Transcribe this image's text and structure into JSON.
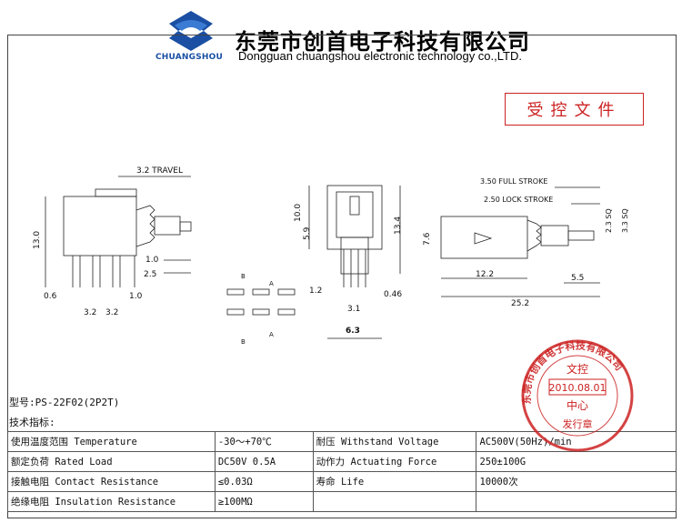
{
  "company": {
    "name_cn": "东莞市创首电子科技有限公司",
    "name_en": "Dongguan chuangshou electronic technology co.,LTD.",
    "logo_text": "CHUANGSHOU"
  },
  "stamp_box": {
    "text": "受控文件"
  },
  "drawing": {
    "dims_side": {
      "travel": "3.2 TRAVEL",
      "height": "13.0",
      "d1": "1.0",
      "d2": "2.5",
      "d3": "0.6",
      "d4": "3.2",
      "d5": "3.2",
      "d6": "1.0"
    },
    "dims_front": {
      "h1": "10.0",
      "h2": "5.9",
      "h3": "13.4",
      "w1": "1.2",
      "w2": "3.1",
      "w3": "0.46",
      "w4": "6.3"
    },
    "dims_top": {
      "full": "3.50 FULL STROKE",
      "lock": "2.50 LOCK STROKE",
      "h": "7.6",
      "l1": "12.2",
      "l2": "5.5",
      "l3": "25.2",
      "s1": "2.3 SQ",
      "s2": "3.3 SQ"
    },
    "pin_labels": {
      "a1": "A",
      "a2": "A",
      "b1": "B",
      "b2": "B"
    }
  },
  "model": "型号:PS-22F02(2P2T)",
  "spec_title": "技术指标:",
  "specs": [
    [
      "使用温度范围 Temperature",
      "-30～+70℃",
      "耐压 Withstand Voltage",
      "AC500V(50Hz)/min"
    ],
    [
      "额定负荷 Rated Load",
      "DC50V 0.5A",
      "动作力 Actuating Force",
      "250±100G"
    ],
    [
      "接触电阻 Contact Resistance",
      "≤0.03Ω",
      "寿命 Life",
      "10000次"
    ],
    [
      "绝缘电阻 Insulation Resistance",
      "≥100MΩ",
      "",
      ""
    ]
  ],
  "seal": {
    "ring_text": "东莞市创首电子科技有限公司",
    "line1": "文控",
    "date": "2010.08.01",
    "line2": "中心",
    "line3": "发行章"
  },
  "colors": {
    "stamp": "#cc2222",
    "logo_blue": "#1a4fa3"
  }
}
